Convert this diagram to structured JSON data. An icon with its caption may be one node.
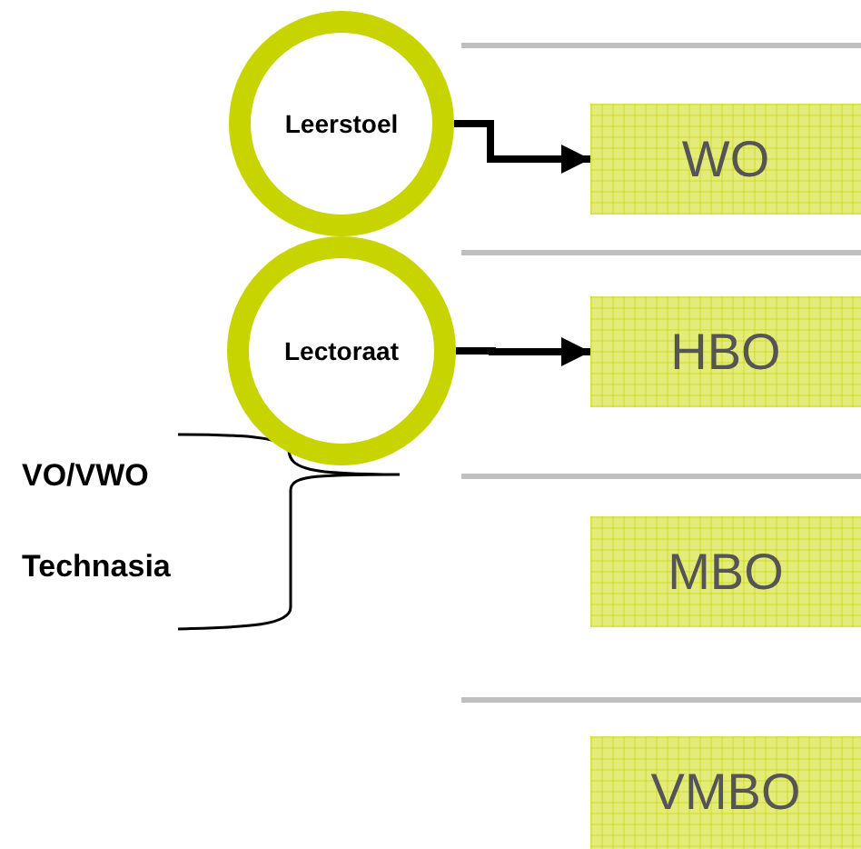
{
  "diagram": {
    "nodes": [
      {
        "text": [
          "Leerstoel"
        ]
      },
      {
        "text": [
          "Lectoraat"
        ]
      },
      {
        "text": [
          "WO"
        ]
      },
      {
        "text": [
          "HBO"
        ]
      },
      {
        "text": [
          "MBO"
        ]
      },
      {
        "text": [
          "VMBO"
        ]
      }
    ],
    "edges": [
      {
        "from": 0,
        "to": 2,
        "arrow": "to"
      },
      {
        "from": 1,
        "to": 3,
        "arrow": "to"
      }
    ],
    "labels": [
      "VO/VWO",
      "Technasia"
    ]
  }
}
